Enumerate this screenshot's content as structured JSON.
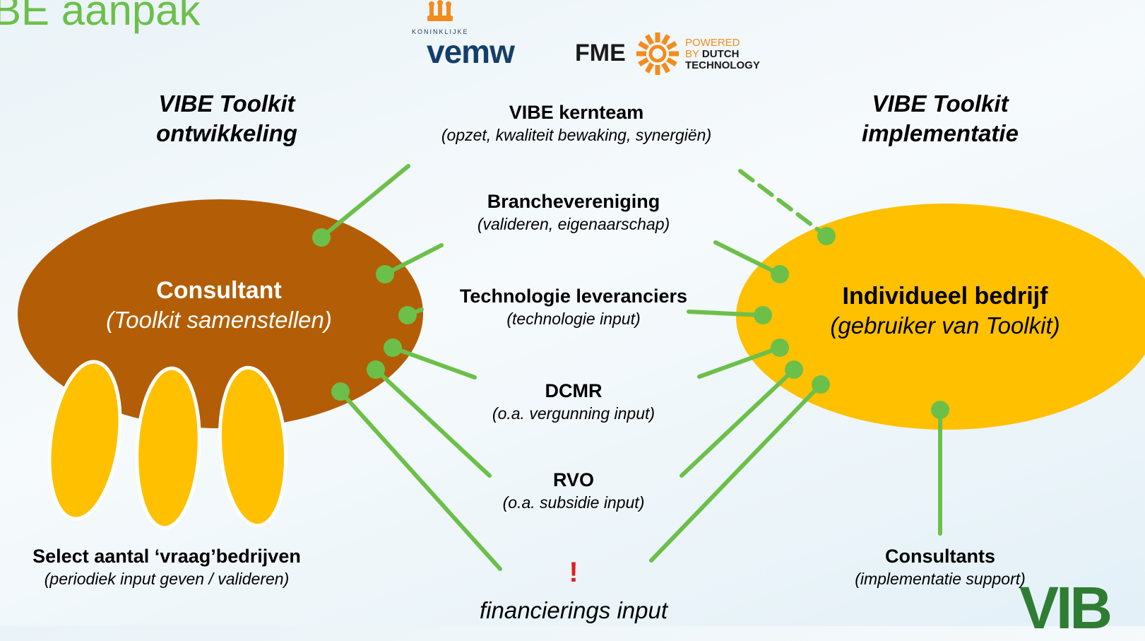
{
  "page_title": "BE aanpak",
  "logos": {
    "vemw_small": "KONINKLIJKE",
    "vemw": "vemw",
    "fme": "FME",
    "powered_1": "POWERED",
    "powered_2_by": "BY",
    "powered_2_dutch": "DUTCH",
    "powered_3": "TECHNOLOGY",
    "vibe_corner": "VIB"
  },
  "headings": {
    "left_line1": "VIBE Toolkit",
    "left_line2": "ontwikkeling",
    "right_line1": "VIBE Toolkit",
    "right_line2": "implementatie"
  },
  "center_items": [
    {
      "title": "VIBE kernteam",
      "sub": "(opzet, kwaliteit bewaking, synergiën)"
    },
    {
      "title": "Branchevereniging",
      "sub": "(valideren, eigenaarschap)"
    },
    {
      "title": "Technologie leveranciers",
      "sub": "(technologie input)"
    },
    {
      "title": "DCMR",
      "sub": "(o.a. vergunning input)"
    },
    {
      "title": "RVO",
      "sub": "(o.a. subsidie input)"
    }
  ],
  "financing": {
    "mark": "!",
    "label": "financierings input"
  },
  "consultant": {
    "title": "Consultant",
    "sub": "(Toolkit samenstellen)"
  },
  "company": {
    "title": "Individueel bedrijf",
    "sub": "(gebruiker van Toolkit)"
  },
  "select_companies": {
    "title": "Select aantal ‘vraag’bedrijven",
    "sub": "(periodiek input geven / valideren)"
  },
  "consultants": {
    "title": "Consultants",
    "sub": "(implementatie support)"
  },
  "colors": {
    "consultant_fill": "#b35e06",
    "company_fill": "#ffc000",
    "connector": "#6cc04a",
    "title_green": "#6cc04a",
    "exclamation": "#e02020",
    "vemw_blue": "#143f6b",
    "fme_orange": "#f28c1e",
    "vibe_green": "#2e7d32"
  }
}
